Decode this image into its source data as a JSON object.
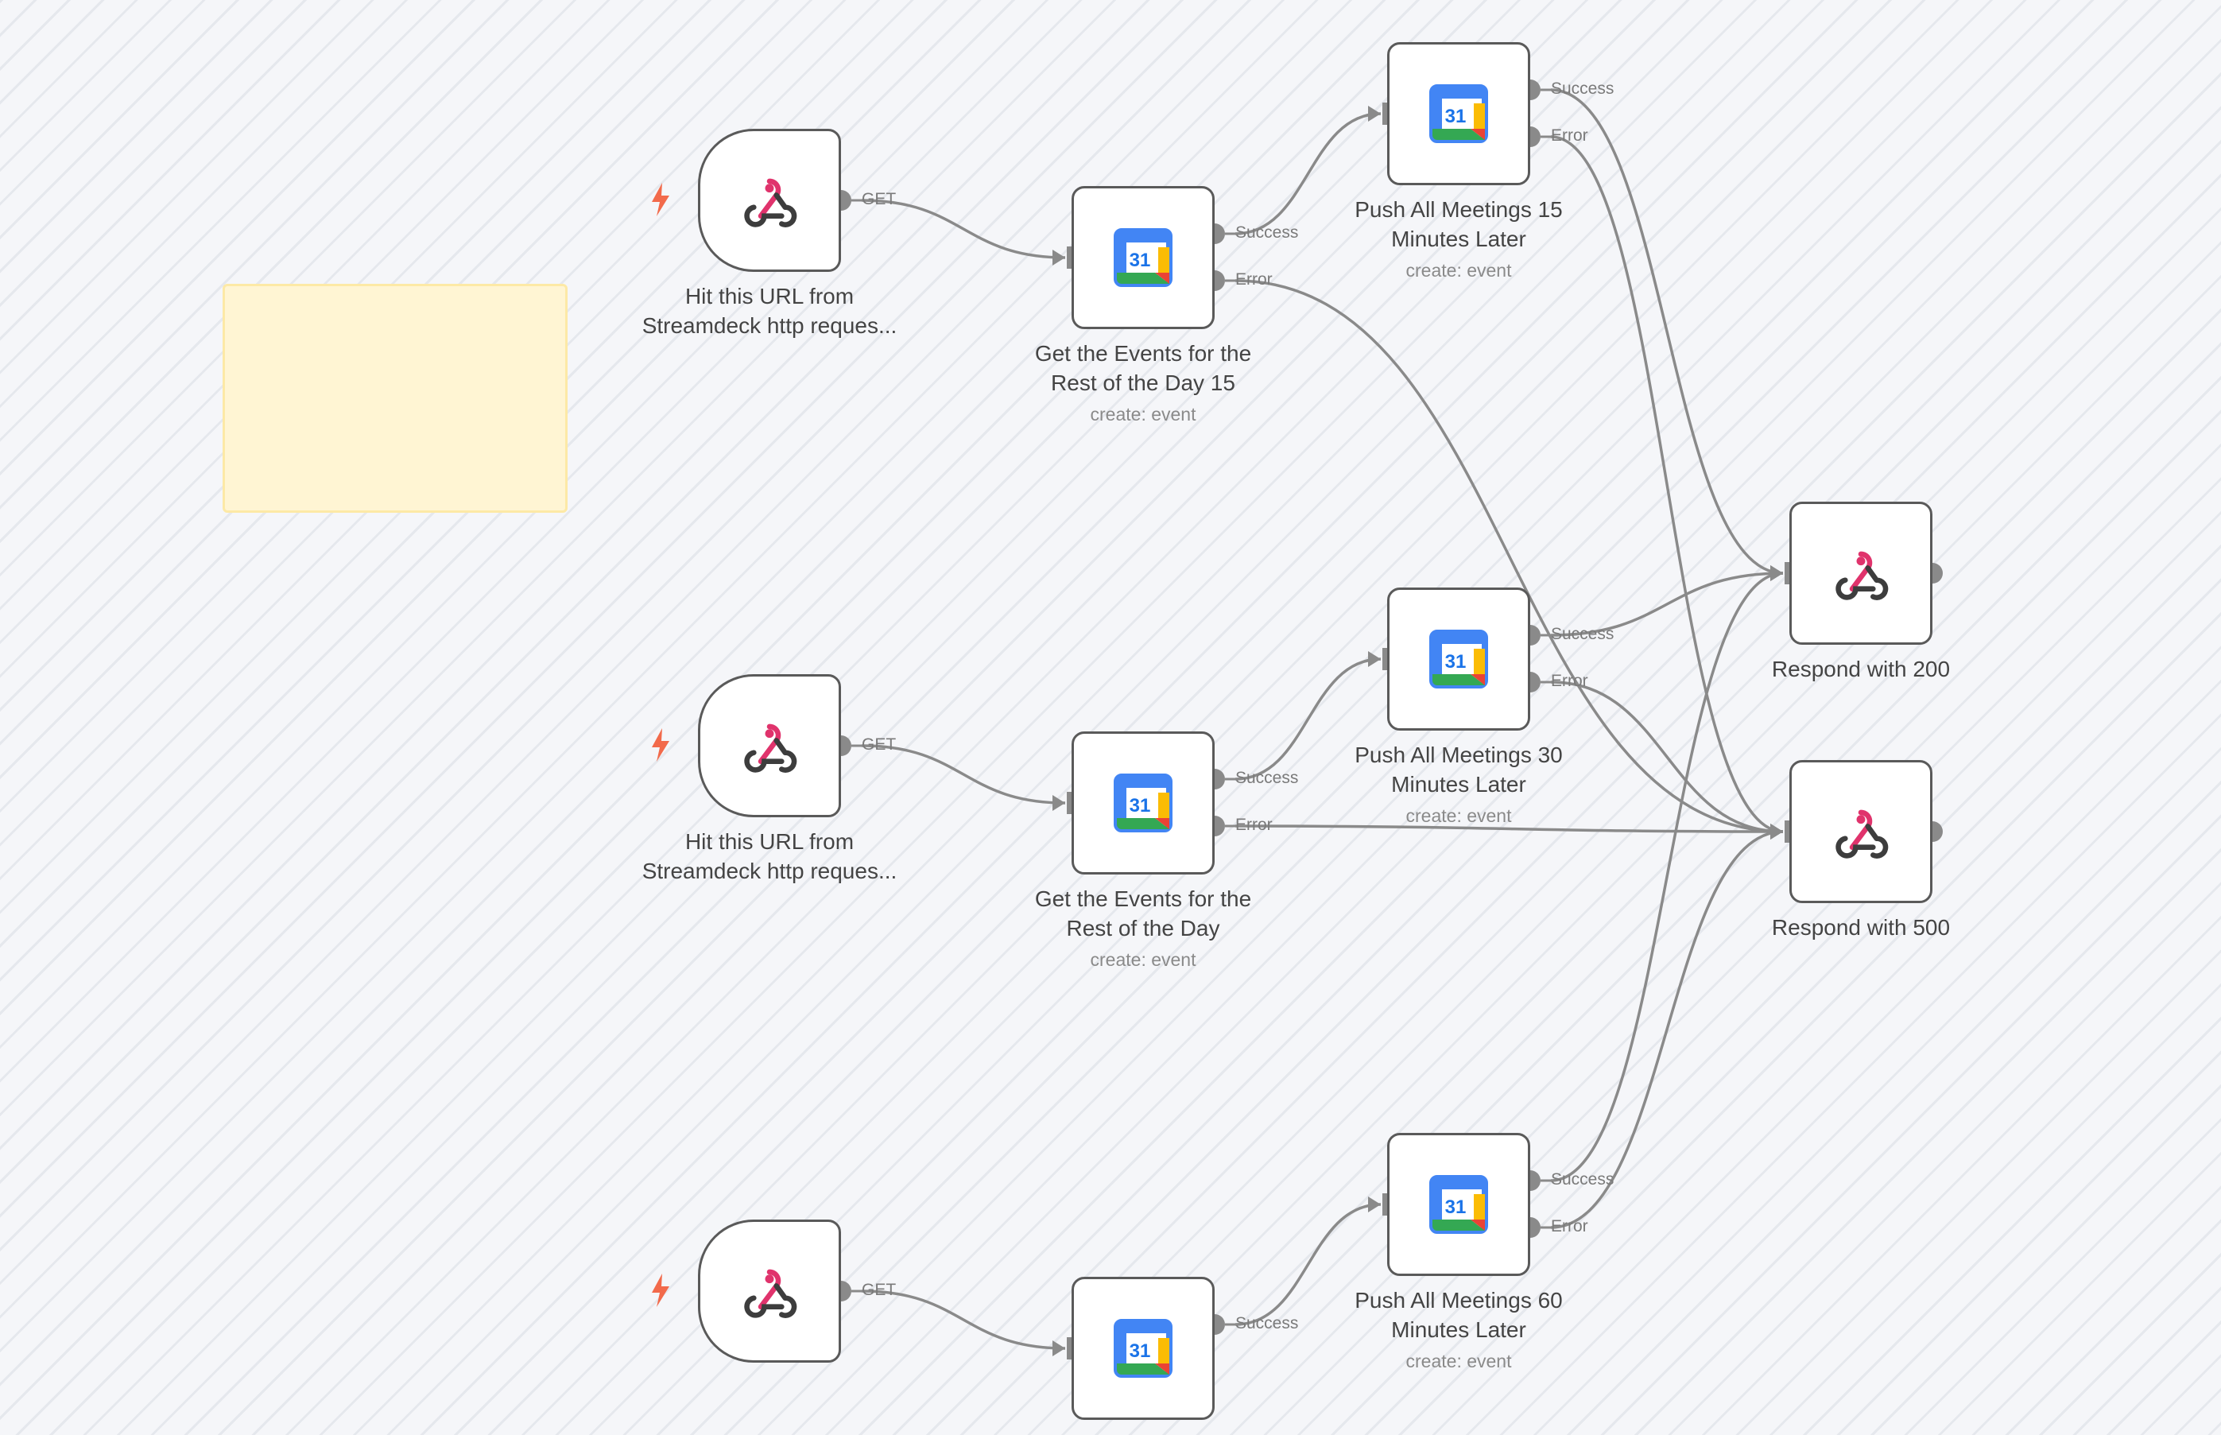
{
  "colors": {
    "edge": "#8a8a8a",
    "node_border": "#5a5a5a",
    "sticky_bg": "#fff5d3",
    "trigger_bolt": "#f26a4b",
    "webhook_pink": "#e0336c",
    "webhook_dark": "#3d3d3d"
  },
  "nodes": [
    {
      "id": "hook1",
      "kind": "webhook-trigger",
      "label_lines": [
        "Hit this URL from",
        "Streamdeck http reques..."
      ],
      "out_label": "GET"
    },
    {
      "id": "hook2",
      "kind": "webhook-trigger",
      "label_lines": [
        "Hit this URL from",
        "Streamdeck http reques..."
      ],
      "out_label": "GET"
    },
    {
      "id": "hook3",
      "kind": "webhook-trigger",
      "label_lines": [],
      "out_label": "GET"
    },
    {
      "id": "gcal1",
      "kind": "google-calendar",
      "label_lines": [
        "Get the Events for the",
        "Rest of the Day 15"
      ],
      "subtitle": "create: event",
      "out_labels": [
        "Success",
        "Error"
      ]
    },
    {
      "id": "gcal2",
      "kind": "google-calendar",
      "label_lines": [
        "Get the Events for the",
        "Rest of the Day"
      ],
      "subtitle": "create: event",
      "out_labels": [
        "Success",
        "Error"
      ]
    },
    {
      "id": "gcal3",
      "kind": "google-calendar",
      "label_lines": [],
      "out_labels": [
        "Success"
      ]
    },
    {
      "id": "push15",
      "kind": "google-calendar",
      "label_lines": [
        "Push All Meetings 15",
        "Minutes Later"
      ],
      "subtitle": "create: event",
      "out_labels": [
        "Success",
        "Error"
      ]
    },
    {
      "id": "push30",
      "kind": "google-calendar",
      "label_lines": [
        "Push All Meetings 30",
        "Minutes Later"
      ],
      "subtitle": "create: event",
      "out_labels": [
        "Success",
        "Error"
      ]
    },
    {
      "id": "push60",
      "kind": "google-calendar",
      "label_lines": [
        "Push All Meetings 60",
        "Minutes Later"
      ],
      "subtitle": "create: event",
      "out_labels": [
        "Success",
        "Error"
      ]
    },
    {
      "id": "r200",
      "kind": "webhook-respond",
      "label_lines": [
        "Respond with 200"
      ]
    },
    {
      "id": "r500",
      "kind": "webhook-respond",
      "label_lines": [
        "Respond with 500"
      ]
    }
  ],
  "calendar_icon_text": "31",
  "connections": [
    {
      "from": "hook1",
      "port": 0,
      "to": "gcal1"
    },
    {
      "from": "hook2",
      "port": 0,
      "to": "gcal2"
    },
    {
      "from": "hook3",
      "port": 0,
      "to": "gcal3"
    },
    {
      "from": "gcal1",
      "port": 0,
      "to": "push15"
    },
    {
      "from": "gcal1",
      "port": 1,
      "to": "r500"
    },
    {
      "from": "gcal2",
      "port": 0,
      "to": "push30"
    },
    {
      "from": "gcal2",
      "port": 1,
      "to": "r500"
    },
    {
      "from": "gcal3",
      "port": 0,
      "to": "push60"
    },
    {
      "from": "push15",
      "port": 0,
      "to": "r200"
    },
    {
      "from": "push15",
      "port": 1,
      "to": "r500"
    },
    {
      "from": "push30",
      "port": 0,
      "to": "r200"
    },
    {
      "from": "push30",
      "port": 1,
      "to": "r500"
    },
    {
      "from": "push60",
      "port": 0,
      "to": "r200"
    },
    {
      "from": "push60",
      "port": 1,
      "to": "r500"
    }
  ]
}
